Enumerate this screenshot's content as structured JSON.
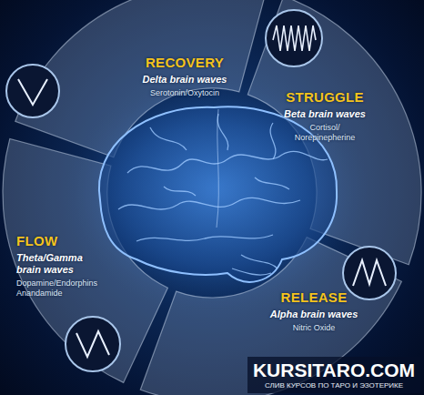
{
  "diagram": {
    "nodes": [
      {
        "text": [
          "RECOVERY",
          "Delta brain waves",
          "Serotonin/Oxytocin"
        ]
      },
      {
        "text": [
          "STRUGGLE",
          "Beta brain waves",
          "Cortisol/ Norepinepherine"
        ]
      },
      {
        "text": [
          "FLOW",
          "Theta/Gamma brain waves",
          "Dopamine/Endorphins Anandamide"
        ]
      },
      {
        "text": [
          "RELEASE",
          "Alpha brain waves",
          "Nitric Oxide"
        ]
      }
    ],
    "labels": [
      "KURSITARO.COM",
      "СЛИВ КУРСОВ ПО ТАРО И ЭЗОТЕРИКЕ"
    ]
  }
}
